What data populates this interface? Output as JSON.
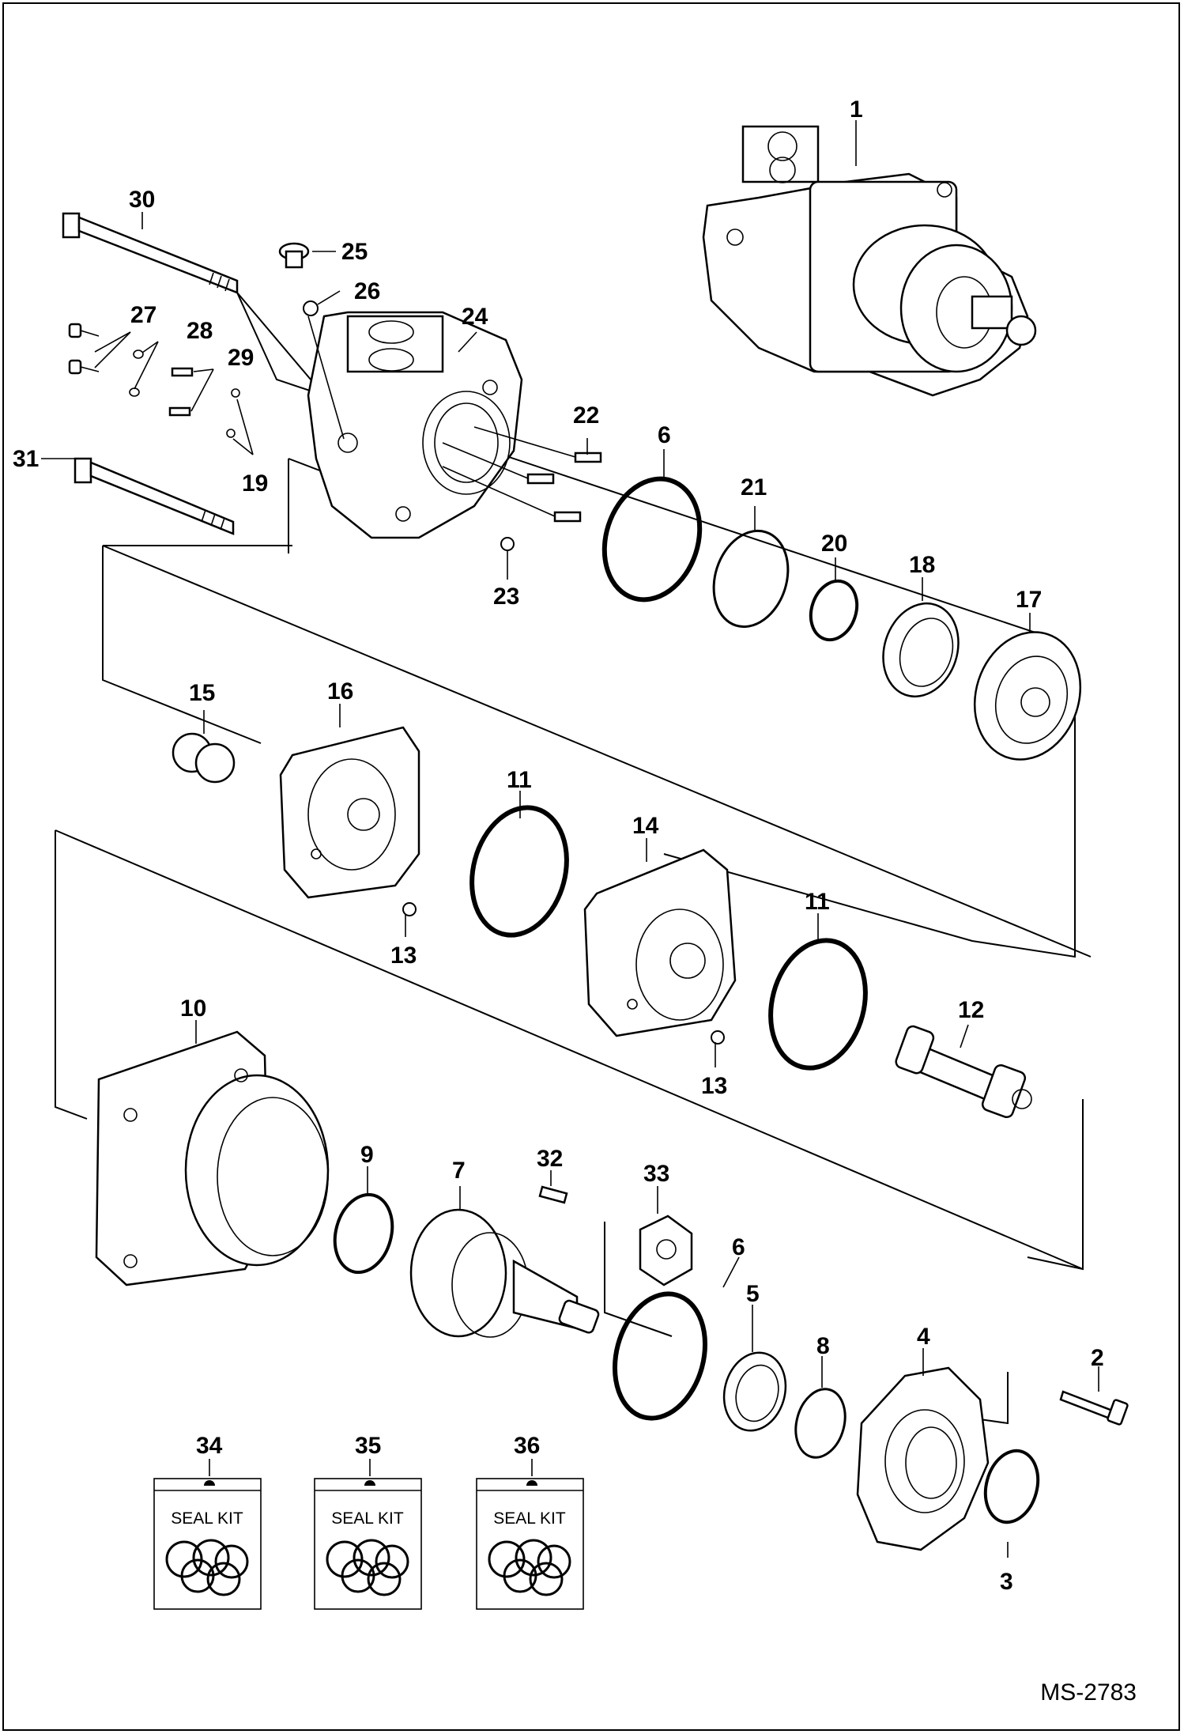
{
  "figure_code": "MS-2783",
  "callouts": [
    "1",
    "2",
    "3",
    "4",
    "5",
    "6",
    "6",
    "7",
    "8",
    "9",
    "10",
    "11",
    "11",
    "12",
    "13",
    "13",
    "14",
    "15",
    "16",
    "17",
    "18",
    "19",
    "20",
    "21",
    "22",
    "23",
    "24",
    "25",
    "26",
    "27",
    "28",
    "29",
    "30",
    "31",
    "32",
    "33",
    "34",
    "35",
    "36"
  ],
  "seal_kits": [
    {
      "number": "34",
      "label": "SEAL KIT"
    },
    {
      "number": "35",
      "label": "SEAL KIT"
    },
    {
      "number": "36",
      "label": "SEAL KIT"
    }
  ]
}
